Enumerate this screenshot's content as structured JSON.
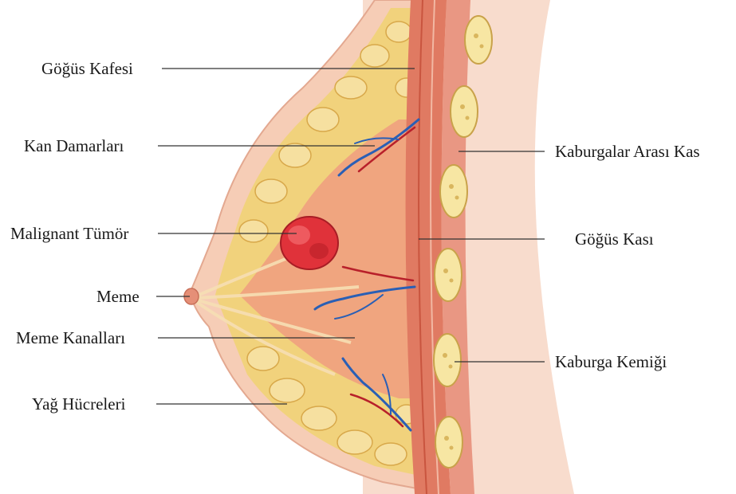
{
  "labels": {
    "rib_cage": "Göğüs Kafesi",
    "blood_vessels": "Kan Damarları",
    "malignant_tumor": "Malignant Tümör",
    "nipple": "Meme",
    "milk_ducts": "Meme Kanalları",
    "fat_cells": "Yağ Hücreleri",
    "intercostal_muscle": "Kaburgalar Arası Kas",
    "chest_muscle": "Göğüs Kası",
    "rib_bone": "Kaburga Kemiği"
  },
  "colors": {
    "skin": "#f7d6c4",
    "fat": "#f4d98a",
    "tissue": "#f2a58a",
    "muscle": "#d9614e",
    "tumor": "#e0323a",
    "vessel_blue": "#2a5fb5",
    "vessel_red": "#b8202a",
    "rib": "#f6e7a8",
    "line": "#333333"
  }
}
